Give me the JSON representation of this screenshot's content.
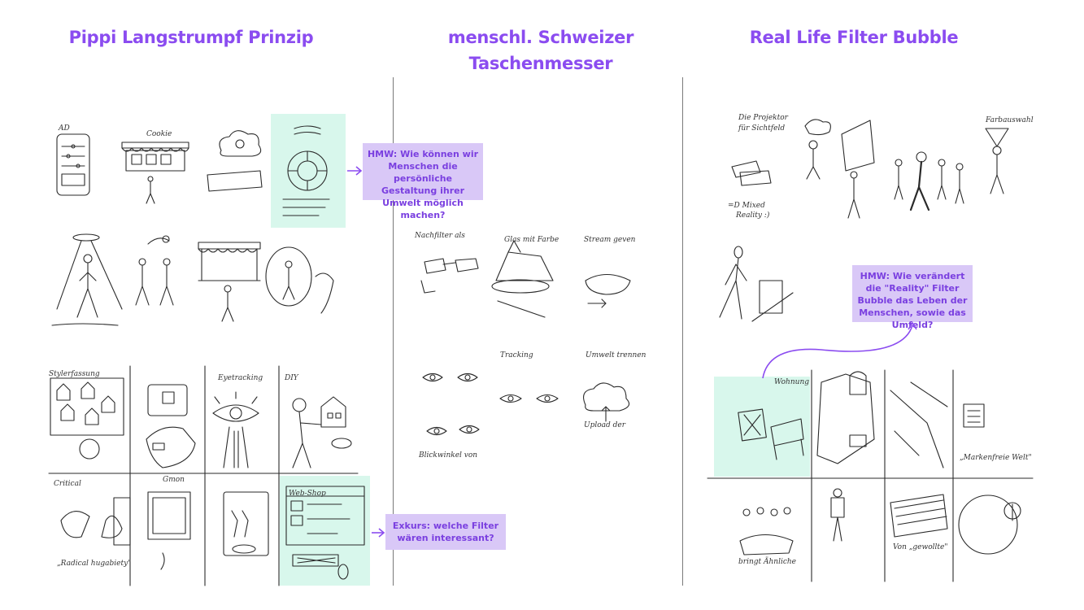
{
  "columns": [
    {
      "title": "Pippi Langstrumpf Prinzip"
    },
    {
      "title": "menschl. Schweizer Taschenmesser"
    },
    {
      "title": "Real Life Filter Bubble"
    }
  ],
  "callouts": {
    "hmw_1": "HMW: Wie können wir Menschen die persönliche Gestaltung ihrer Umwelt möglich machen?",
    "exkurs": "Exkurs: welche Filter wären interessant?",
    "hmw_2": "HMW: Wie verändert die \"Reality\" Filter Bubble das Leben der Menschen, sowie das Umfeld?"
  },
  "colors": {
    "accent": "#8b4cf0",
    "callout_bg": "#d9c8f7",
    "highlight_bg": "#d8f7ec"
  }
}
